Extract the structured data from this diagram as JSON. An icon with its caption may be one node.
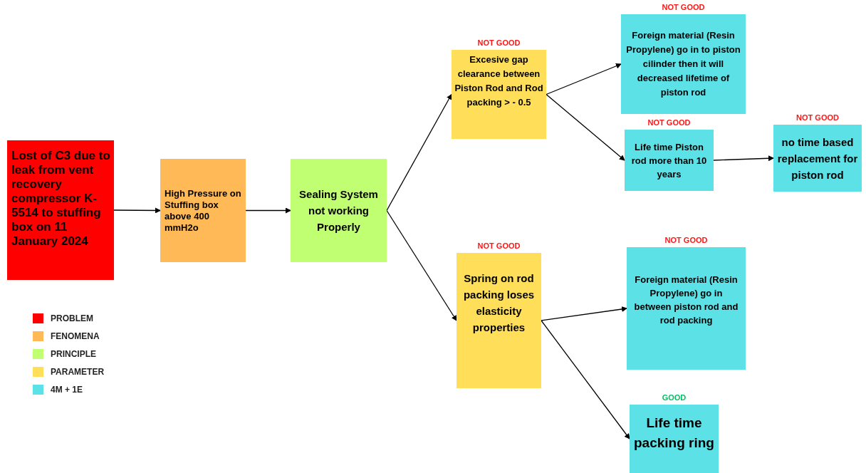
{
  "diagram": {
    "nodes": [
      {
        "text": [
          "Lost of C3 due to leak from vent recovery compressor K-5514 to stuffing box on 11 January 2024"
        ]
      },
      {
        "text": [
          "High Pressure on Stuffing box above 400 mmH2o"
        ]
      },
      {
        "text": [
          "Sealing System not working Properly"
        ]
      },
      {
        "text": [
          "Excesive gap clearance between Piston Rod and Rod packing > - 0.5"
        ],
        "beside": [
          "NOT GOOD"
        ]
      },
      {
        "text": [
          "Foreign material (Resin Propylene) go in to piston cilinder then it will decreased lifetime of piston rod"
        ],
        "beside": [
          "NOT GOOD"
        ]
      },
      {
        "text": [
          "Life time Piston rod more than 10 years"
        ],
        "beside": [
          "NOT GOOD"
        ]
      },
      {
        "text": [
          "no time based replacement for piston rod"
        ],
        "beside": [
          "NOT GOOD"
        ]
      },
      {
        "text": [
          "Spring on rod packing loses elasticity properties"
        ],
        "beside": [
          "NOT GOOD"
        ]
      },
      {
        "text": [
          "Foreign material (Resin Propylene) go in between piston rod and rod packing"
        ],
        "beside": [
          "NOT GOOD"
        ]
      },
      {
        "text": [
          "Life time packing ring"
        ],
        "beside": [
          "GOOD"
        ]
      }
    ],
    "edges": [
      {
        "from": 0,
        "to": 1,
        "arrow": "to"
      },
      {
        "from": 1,
        "to": 2,
        "arrow": "to"
      },
      {
        "from": 2,
        "to": 3,
        "arrow": "to"
      },
      {
        "from": 2,
        "to": 7,
        "arrow": "to"
      },
      {
        "from": 3,
        "to": 4,
        "arrow": "to"
      },
      {
        "from": 3,
        "to": 5,
        "arrow": "to"
      },
      {
        "from": 5,
        "to": 6,
        "arrow": "to"
      },
      {
        "from": 7,
        "to": 8,
        "arrow": "to"
      },
      {
        "from": 7,
        "to": 9,
        "arrow": "to"
      }
    ],
    "legend": [
      {
        "text": "PROBLEM",
        "color": "#ff0000"
      },
      {
        "text": "FENOMENA",
        "color": "#ffb957"
      },
      {
        "text": "PRINCIPLE",
        "color": "#c1ff72"
      },
      {
        "text": "PARAMETER",
        "color": "#ffde59"
      },
      {
        "text": "4M + 1E",
        "color": "#5ce1e6"
      }
    ]
  }
}
